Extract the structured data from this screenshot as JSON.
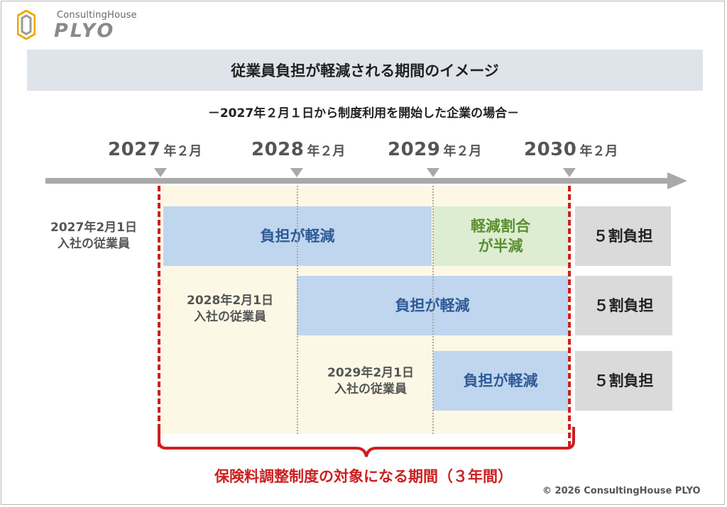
{
  "logo": {
    "sub": "ConsultingHouse",
    "name": "PLYO",
    "icon": "hexagon-logo-icon"
  },
  "title": "従業員負担が軽減される期間のイメージ",
  "subtitle": "－2027年２月１日から制度利用を開始した企業の場合－",
  "years": [
    {
      "year": "2027",
      "month": "年２月"
    },
    {
      "year": "2028",
      "month": "年２月"
    },
    {
      "year": "2029",
      "month": "年２月"
    },
    {
      "year": "2030",
      "month": "年２月"
    }
  ],
  "rows": [
    {
      "employee_line1": "2027年2月1日",
      "employee_line2": "入社の従業員",
      "reduced": "負担が軽減",
      "half_line1": "軽減割合",
      "half_line2": "が半減",
      "after": "５割負担"
    },
    {
      "employee_line1": "2028年2月1日",
      "employee_line2": "入社の従業員",
      "reduced": "負担が軽減",
      "after": "５割負担"
    },
    {
      "employee_line1": "2029年2月1日",
      "employee_line2": "入社の従業員",
      "reduced": "負担が軽減",
      "after": "５割負担"
    }
  ],
  "period_label": "保険料調整制度の対象になる期間（３年間）",
  "copyright": "© 2026 ConsultingHouse PLYO",
  "colors": {
    "reduced_fill": "#bfd6ee",
    "half_fill": "#ddedd2",
    "after_fill": "#dadada",
    "period_bg": "#fdf8e6",
    "period_border": "#cc1f1f"
  }
}
